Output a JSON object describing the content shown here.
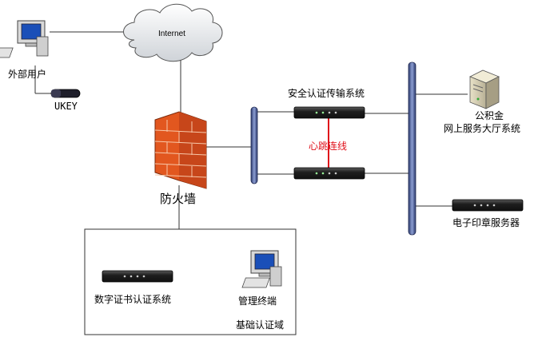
{
  "nodes": {
    "external_user": "外部用户",
    "ukey": "UKEY",
    "internet": "Internet",
    "firewall": "防火墙",
    "secure_transport": "安全认证传输系统",
    "heartbeat": "心跳连线",
    "fund_line1": "公积金",
    "fund_line2": "网上服务大厅系统",
    "seal_server": "电子印章服务器",
    "cert_system": "数字证书认证系统",
    "mgmt_terminal": "管理终端",
    "base_domain": "基础认证域"
  },
  "colors": {
    "line": "#333333",
    "bus": "#3f4f86",
    "heartbeat": "#e0101a",
    "firewall": "#e2571f",
    "device": "#2a2a2a"
  }
}
